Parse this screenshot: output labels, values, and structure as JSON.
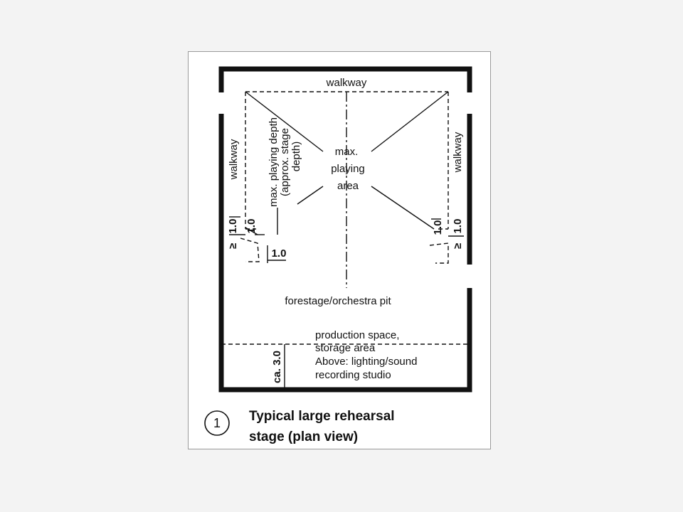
{
  "labels": {
    "walkway_top": "walkway",
    "walkway_left": "walkway",
    "walkway_right": "walkway",
    "max_playing_depth_line1": "max. playing depth",
    "max_playing_depth_line2": "(approx. stage",
    "max_playing_depth_line3": "depth)",
    "max_playing_area_line1": "max.",
    "max_playing_area_line2": "playing",
    "max_playing_area_line3": "area",
    "forestage": "forestage/orchestra pit",
    "production_line1": "production space,",
    "production_line2": "storage area",
    "production_line3": "Above: lighting/sound",
    "production_line4": "recording studio"
  },
  "dimensions": {
    "left_outer": "1.0",
    "left_outer_ge": "≥",
    "left_inner": "1.0",
    "left_bottom": "1.0",
    "right_inner": "1.0",
    "right_outer": "1.0",
    "right_outer_ge": "≥",
    "production_depth": "ca. 3.0"
  },
  "caption": {
    "number": "1",
    "line1": "Typical large rehearsal",
    "line2": "stage (plan view)"
  }
}
